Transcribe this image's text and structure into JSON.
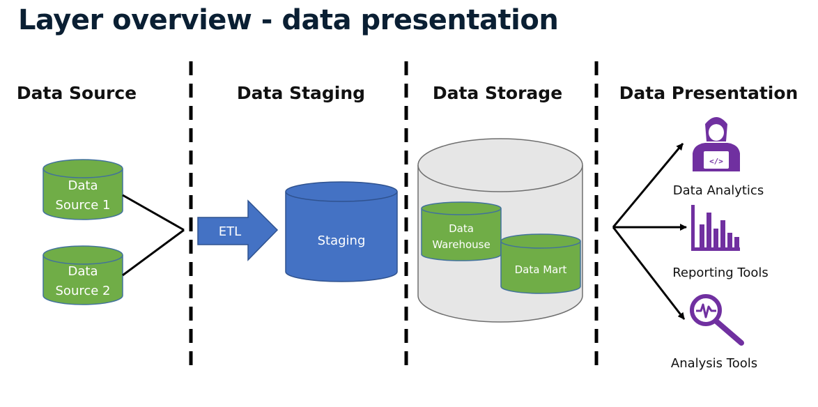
{
  "title": "Layer overview - data presentation",
  "columns": {
    "source": "Data Source",
    "staging": "Data Staging",
    "storage": "Data Storage",
    "presentation": "Data Presentation"
  },
  "sources": [
    {
      "line1": "Data",
      "line2": "Source 1"
    },
    {
      "line1": "Data",
      "line2": "Source 2"
    }
  ],
  "etl_label": "ETL",
  "staging_label": "Staging",
  "storage": {
    "warehouse_line1": "Data",
    "warehouse_line2": "Warehouse",
    "mart": "Data Mart"
  },
  "tools": [
    {
      "label": "Data Analytics",
      "icon": "analyst-icon"
    },
    {
      "label": "Reporting Tools",
      "icon": "bar-chart-icon"
    },
    {
      "label": "Analysis Tools",
      "icon": "magnifier-pulse-icon"
    }
  ],
  "colors": {
    "green": "#70ad47",
    "blue": "#4472c4",
    "gray": "#e6e6e6",
    "purple": "#7030a0"
  }
}
